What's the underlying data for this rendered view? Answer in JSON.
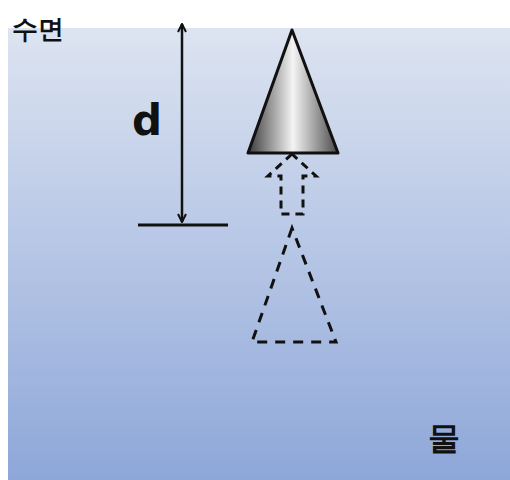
{
  "diagram": {
    "labels": [
      "수면",
      "d",
      "물"
    ]
  }
}
